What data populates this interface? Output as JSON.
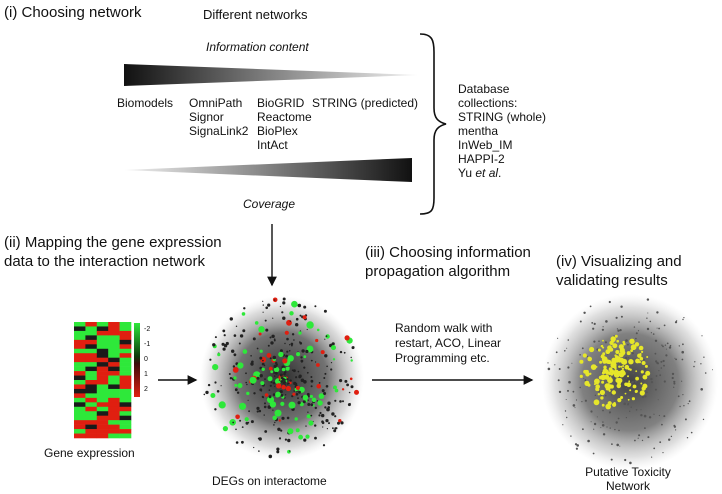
{
  "step1": {
    "title": "(i) Choosing network",
    "subtitle": "Different networks",
    "info_label": "Information content",
    "coverage_label": "Coverage",
    "col1": [
      "Biomodels"
    ],
    "col2": [
      "OmniPath",
      "Signor",
      "SignaLink2"
    ],
    "col3": [
      "BioGRID",
      "Reactome",
      "BioPlex",
      "IntAct"
    ],
    "col4": [
      "STRING (predicted)"
    ],
    "db_title": [
      "Database",
      "collections:"
    ],
    "db_items": [
      "STRING (whole)",
      "mentha",
      "InWeb_IM",
      "HAPPI-2"
    ],
    "db_last": "Yu ",
    "db_last_italic": "et al",
    "db_last_end": "."
  },
  "step2": {
    "title_line1": "(ii) Mapping the gene expression",
    "title_line2": "data to the interaction network",
    "gene_label": "Gene expression",
    "degs_label": "DEGs on interactome",
    "scale": [
      "-2",
      "-1",
      "0",
      "1",
      "2"
    ]
  },
  "step3": {
    "title_line1": "(iii) Choosing information",
    "title_line2": "propagation algorithm",
    "desc": [
      "Random walk with",
      "restart, ACO,  Linear",
      "Programming  etc."
    ]
  },
  "step4": {
    "title_line1": "(iv) Visualizing and",
    "title_line2": "validating results",
    "result_line1": "Putative Toxicity",
    "result_line2": "Network"
  },
  "colors": {
    "up": "#2ee83a",
    "down": "#e01f10",
    "highlight": "#e6e62a",
    "node": "#222222"
  }
}
